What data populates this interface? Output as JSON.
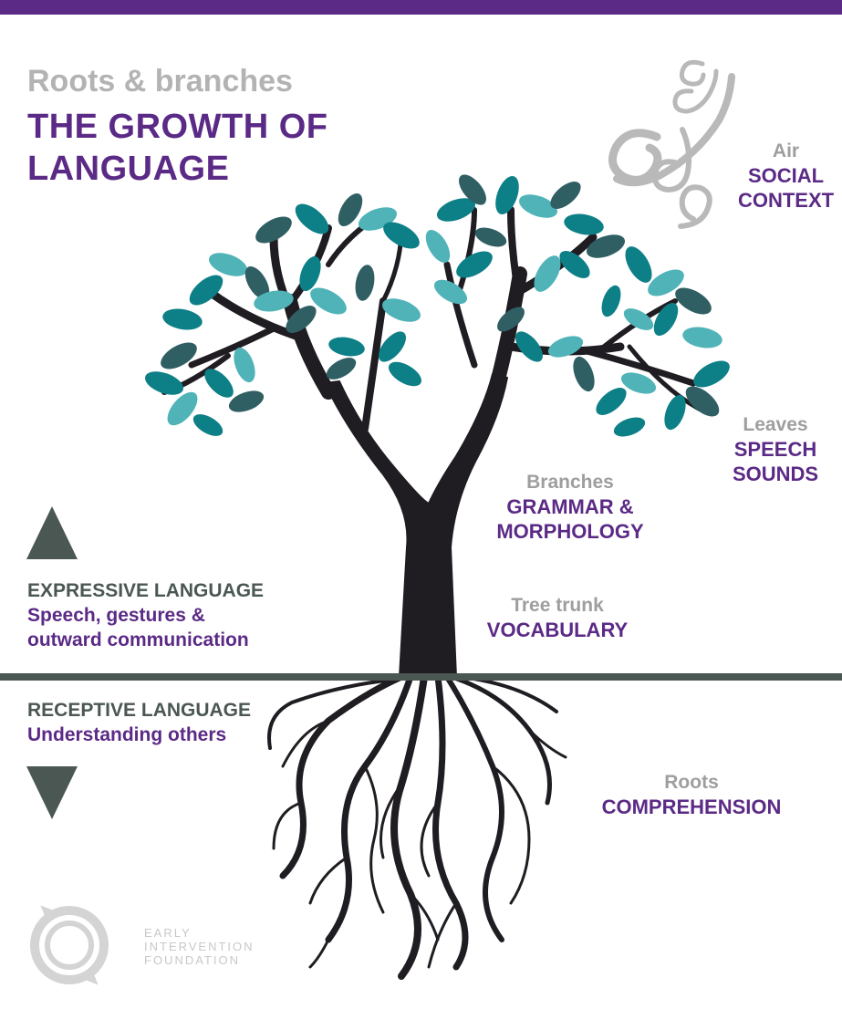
{
  "title": {
    "subtitle": "Roots & branches",
    "main": "THE GROWTH OF LANGUAGE"
  },
  "labels": [
    {
      "id": "air",
      "key": "Air",
      "value": "SOCIAL CONTEXT",
      "value_lines": [
        "SOCIAL",
        "CONTEXT"
      ]
    },
    {
      "id": "leaves",
      "key": "Leaves",
      "value": "SPEECH SOUNDS",
      "value_lines": [
        "SPEECH",
        "SOUNDS"
      ]
    },
    {
      "id": "branches",
      "key": "Branches",
      "value": "GRAMMAR & MORPHOLOGY",
      "value_lines": [
        "GRAMMAR &",
        "MORPHOLOGY"
      ]
    },
    {
      "id": "trunk",
      "key": "Tree trunk",
      "value": "VOCABULARY",
      "value_lines": [
        "VOCABULARY"
      ]
    },
    {
      "id": "roots",
      "key": "Roots",
      "value": "COMPREHENSION",
      "value_lines": [
        "COMPREHENSION"
      ]
    }
  ],
  "expressive": {
    "heading": "EXPRESSIVE LANGUAGE",
    "description_lines": [
      "Speech, gestures &",
      "outward communication"
    ]
  },
  "receptive": {
    "heading": "RECEPTIVE LANGUAGE",
    "description": "Understanding others"
  },
  "logo": {
    "lines": [
      "EARLY",
      "INTERVENTION",
      "FOUNDATION"
    ]
  },
  "colors": {
    "purple": "#5b2a86",
    "grey_label": "#9e9e9e",
    "dark_slate": "#4b5753",
    "tree": "#1f1c22",
    "leaf_teal": "#0d7f86",
    "leaf_light": "#4fb3b8",
    "leaf_dark": "#2f5e63"
  }
}
